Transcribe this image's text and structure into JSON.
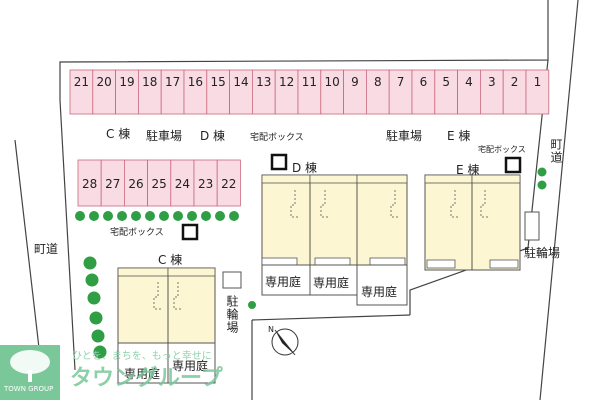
{
  "colors": {
    "parking": "#f9dbe3",
    "parking_stroke": "#c9687f",
    "building": "#fdf6d2",
    "building_stroke": "#555555",
    "garden": "#ffffff",
    "tree": "#2f9e44",
    "boundary": "#444444",
    "logo": "#7ac79a"
  },
  "north_parking": [
    "21",
    "20",
    "19",
    "18",
    "17",
    "16",
    "15",
    "14",
    "13",
    "12",
    "11",
    "10",
    "9",
    "8",
    "7",
    "6",
    "5",
    "4",
    "3",
    "2",
    "1"
  ],
  "west_parking": [
    "28",
    "27",
    "26",
    "25",
    "24",
    "23",
    "22"
  ],
  "labels": {
    "c_bldg_top": "C 棟",
    "parking_c": "駐車場",
    "d_bldg_top": "D 棟",
    "delivery_box_1": "宅配ボックス",
    "parking_e": "駐車場",
    "e_bldg_top": "E 棟",
    "delivery_box_2": "宅配ボックス",
    "town_road_right": "町道",
    "d_bldg": "D 棟",
    "e_bldg": "E 棟",
    "town_road_left": "町道",
    "delivery_box_3": "宅配ボックス",
    "c_bldg": "C 棟",
    "bike_parking_1": "駐輪場",
    "bike_parking_2": "駐輪場",
    "garden_1": "専用庭",
    "garden_2": "専用庭",
    "garden_3": "専用庭",
    "garden_c1": "専用庭",
    "garden_c2": "専用庭",
    "north_mark": "N"
  },
  "logo": {
    "slogan": "ひとを、まちを、もっと幸せに",
    "brand": "タウングループ",
    "brand_en": "TOWN GROUP"
  },
  "icons": {
    "north": "north-arrow-icon",
    "logo": "tree-logo-icon",
    "box": "delivery-box-icon"
  }
}
